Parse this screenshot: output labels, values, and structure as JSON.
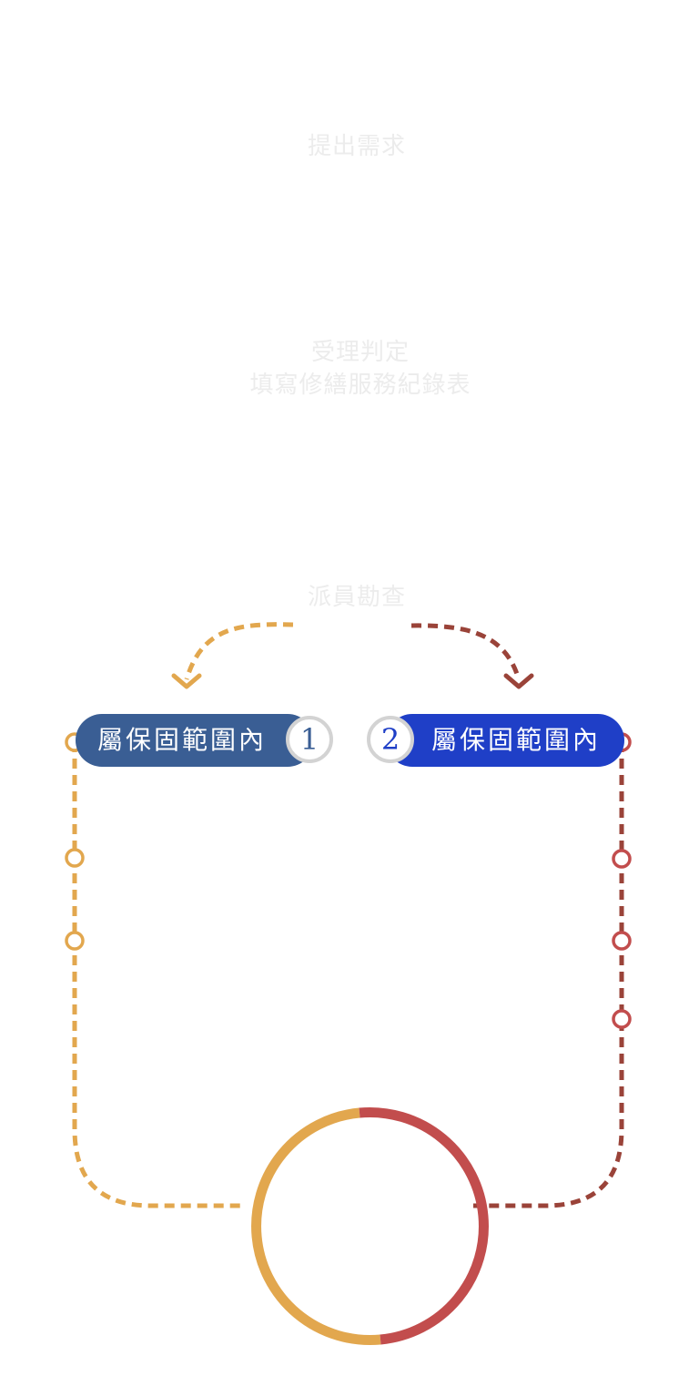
{
  "steps": [
    {
      "text": "提出需求"
    },
    {
      "line1": "受理判定",
      "line2": "填寫修繕服務紀錄表"
    },
    {
      "text": "派員勘查"
    }
  ],
  "branches": [
    {
      "number": "1",
      "label": "屬保固範圍內",
      "color": "#3a5e94",
      "line_color": "#e2a74e"
    },
    {
      "number": "2",
      "label": "屬保固範圍內",
      "color": "#1f3fc7",
      "line_color": "#9a4339"
    }
  ],
  "colors": {
    "faint_text": "#ececec",
    "left_line": "#e2a74e",
    "right_line": "#9a4339",
    "right_nodes": "#c24d4d",
    "ring_left": "#e2a74e",
    "ring_right": "#c24d4d",
    "number_ring": "#d3d3d3"
  }
}
